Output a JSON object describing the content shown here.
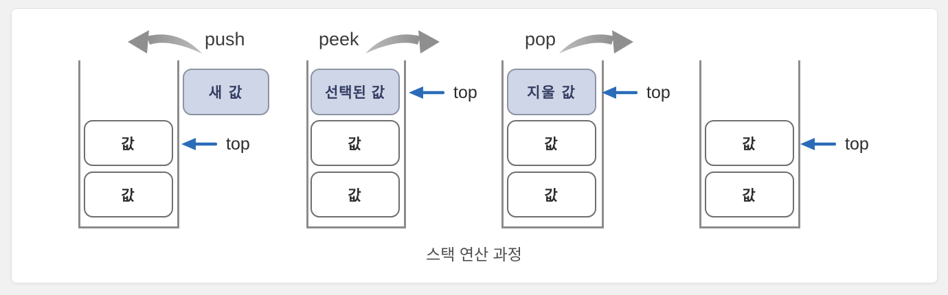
{
  "caption": "스택 연산 과정",
  "pointer_label": "top",
  "operations": {
    "push": "push",
    "peek": "peek",
    "pop": "pop"
  },
  "values": {
    "generic": "값",
    "new": "새 값",
    "selected": "선택된 값",
    "removed": "지울 값"
  },
  "colors": {
    "background": "#f1f1f1",
    "card": "#ffffff",
    "stack_wall": "#8c8c8c",
    "box_border": "#6e6e6e",
    "box_fill": "#ffffff",
    "highlight_fill": "#ced6e8",
    "highlight_border": "#8d93a5",
    "highlight_text": "#333c60",
    "top_arrow_blue": "#2b6cb8",
    "op_arrow_gray": "#9d9d9d",
    "label_text": "#3b3b3b"
  }
}
